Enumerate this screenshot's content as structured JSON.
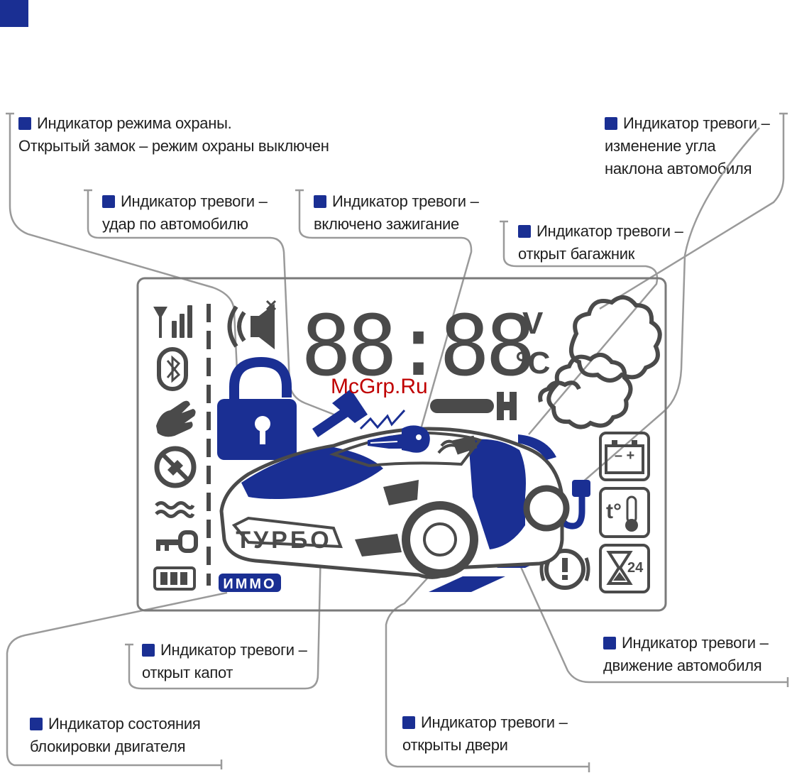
{
  "labels": {
    "lock": {
      "line1": "Индикатор режима охраны.",
      "line2": "Открытый замок – режим охраны выключен"
    },
    "shock": {
      "line1": "Индикатор тревоги –",
      "line2": "удар по автомобилю"
    },
    "ignition": {
      "line1": "Индикатор тревоги –",
      "line2": "включено зажигание"
    },
    "trunk": {
      "line1": "Индикатор тревоги –",
      "line2": "открыт багажник"
    },
    "tilt": {
      "line1": "Индикатор тревоги –",
      "line2": "изменение угла",
      "line3": "наклона автомобиля"
    },
    "hood": {
      "line1": "Индикатор тревоги –",
      "line2": "открыт капот"
    },
    "motion": {
      "line1": "Индикатор тревоги –",
      "line2": "движение автомобиля"
    },
    "immo": {
      "line1": "Индикатор  состояния",
      "line2": "блокировки двигателя"
    },
    "doors": {
      "line1": "Индикатор тревоги –",
      "line2": "открыты двери"
    }
  },
  "display": {
    "clock": "88:88",
    "unit_volts": "V",
    "unit_celsius": "°C",
    "turbo": "ТУРБО",
    "immo": "ИММО",
    "timer_hours": "24",
    "temp_symbol": "t°"
  },
  "watermark": "McGrp.Ru",
  "colors": {
    "accent": "#1a2f93",
    "segment": "#4a4a4a",
    "leader": "#9a9a9a"
  }
}
